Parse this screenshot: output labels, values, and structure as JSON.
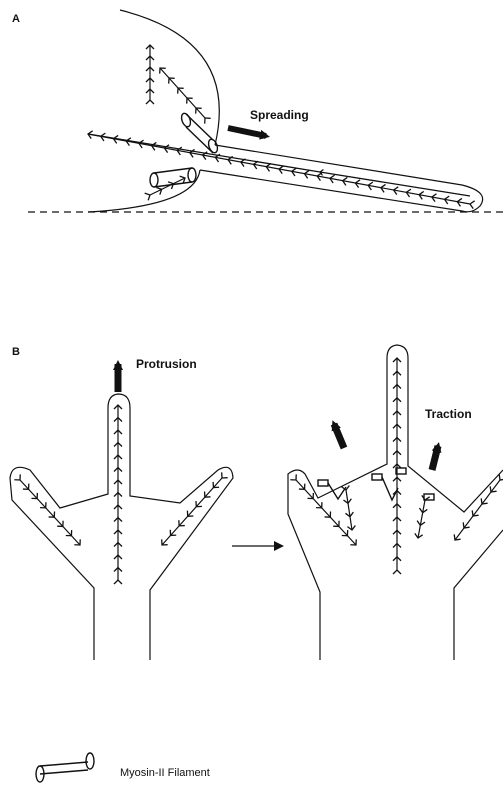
{
  "panels": {
    "a": "A",
    "b": "B"
  },
  "labels": {
    "spreading": "Spreading",
    "protrusion": "Protrusion",
    "traction": "Traction"
  },
  "legend": {
    "myosin": "Myosin-II Filament"
  },
  "icons": {
    "actin_filament": "chevron-arrow-filament",
    "myosin_filament": "myosin-rod-icon",
    "direction_arrow": "bold-arrow-icon"
  }
}
